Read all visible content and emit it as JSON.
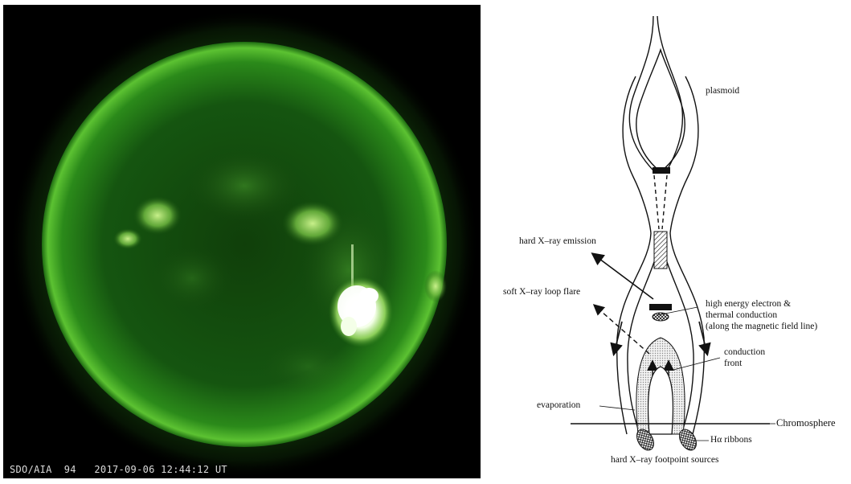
{
  "sun_image": {
    "caption_instrument": "SDO/AIA",
    "caption_channel": "94",
    "caption_timestamp": "2017-09-06 12:44:12 UT",
    "colors": {
      "background": "#000000",
      "disk": "#0f4a08",
      "limb": "#4fb82a",
      "flare": "#ffffff"
    }
  },
  "diagram": {
    "labels": {
      "plasmoid": "plasmoid",
      "hard_xray_emission": "hard X–ray emission",
      "soft_xray_loop_flare": "soft X–ray loop flare",
      "electron_line1": "high energy electron &",
      "electron_line2": "thermal conduction",
      "electron_line3": "(along the magnetic field line)",
      "conduction_line1": "conduction",
      "conduction_line2": "front",
      "evaporation": "evaporation",
      "chromosphere": "Chromosphere",
      "halpha_ribbons": "Hα ribbons",
      "footpoint_sources": "hard X–ray footpoint sources"
    }
  }
}
